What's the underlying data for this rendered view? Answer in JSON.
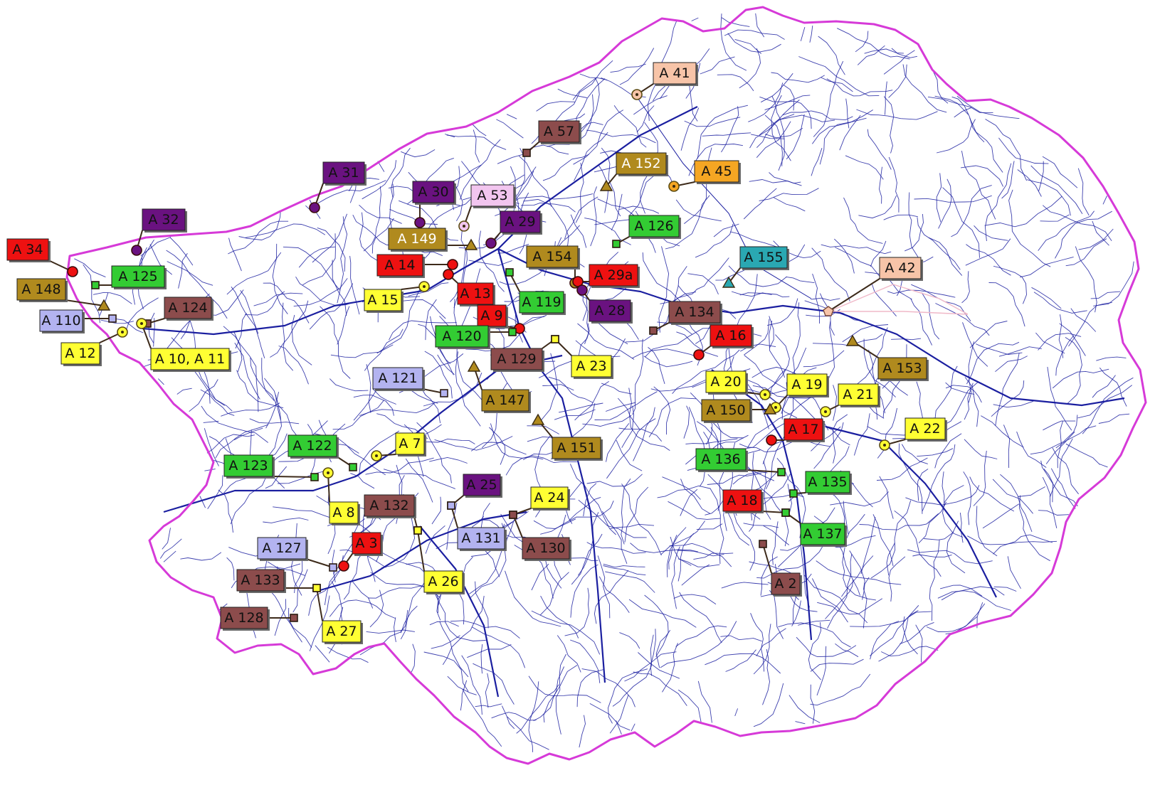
{
  "map": {
    "colors": {
      "boundary": "#d63ad8",
      "river": "#1b1fa0",
      "leader": "#3d2a1a",
      "red": "#ee1111",
      "purple": "#6a1280",
      "olive": "#b08a1e",
      "green": "#33cc33",
      "yellow": "#ffff33",
      "brown": "#8c4c4c",
      "lavender": "#b3b3f0",
      "peach": "#f7c4a8",
      "orange": "#f5a623",
      "pink": "#f2c5ef",
      "teal": "#2aa8b2"
    },
    "stations": [
      {
        "id": "a34",
        "label": "A 34",
        "color": "red",
        "text": "#111111",
        "marker": "circle"
      },
      {
        "id": "a32",
        "label": "A 32",
        "color": "purple",
        "text": "#111111",
        "marker": "circle"
      },
      {
        "id": "a31",
        "label": "A 31",
        "color": "purple",
        "text": "#111111",
        "marker": "circle"
      },
      {
        "id": "a30",
        "label": "A 30",
        "color": "purple",
        "text": "#111111",
        "marker": "circle"
      },
      {
        "id": "a53",
        "label": "A 53",
        "color": "pink",
        "text": "#111111",
        "marker": "target"
      },
      {
        "id": "a29",
        "label": "A 29",
        "color": "purple",
        "text": "#111111",
        "marker": "circle"
      },
      {
        "id": "a57",
        "label": "A 57",
        "color": "brown",
        "text": "#111111",
        "marker": "square"
      },
      {
        "id": "a41",
        "label": "A 41",
        "color": "peach",
        "text": "#111111",
        "marker": "target"
      },
      {
        "id": "a152",
        "label": "A 152",
        "color": "olive",
        "text": "#ffffff",
        "marker": "triangle"
      },
      {
        "id": "a45",
        "label": "A 45",
        "color": "orange",
        "text": "#111111",
        "marker": "target"
      },
      {
        "id": "a126",
        "label": "A 126",
        "color": "green",
        "text": "#111111",
        "marker": "square"
      },
      {
        "id": "a155",
        "label": "A 155",
        "color": "teal",
        "text": "#111111",
        "marker": "triangle"
      },
      {
        "id": "a42",
        "label": "A 42",
        "color": "peach",
        "text": "#111111",
        "marker": "pentagon"
      },
      {
        "id": "a149",
        "label": "A 149",
        "color": "olive",
        "text": "#ffffff",
        "marker": "triangle"
      },
      {
        "id": "a154",
        "label": "A 154",
        "color": "olive",
        "text": "#111111",
        "marker": "circle"
      },
      {
        "id": "a29a",
        "label": "A 29a",
        "color": "red",
        "text": "#111111",
        "marker": "circle"
      },
      {
        "id": "a14",
        "label": "A 14",
        "color": "red",
        "text": "#111111",
        "marker": "circle"
      },
      {
        "id": "a125",
        "label": "A 125",
        "color": "green",
        "text": "#111111",
        "marker": "square"
      },
      {
        "id": "a148",
        "label": "A 148",
        "color": "olive",
        "text": "#111111",
        "marker": "triangle"
      },
      {
        "id": "a15",
        "label": "A 15",
        "color": "yellow",
        "text": "#111111",
        "marker": "target"
      },
      {
        "id": "a13",
        "label": "A 13",
        "color": "red",
        "text": "#111111",
        "marker": "circle"
      },
      {
        "id": "a119",
        "label": "A 119",
        "color": "green",
        "text": "#111111",
        "marker": "square"
      },
      {
        "id": "a28",
        "label": "A 28",
        "color": "purple",
        "text": "#111111",
        "marker": "circle"
      },
      {
        "id": "a134",
        "label": "A 134",
        "color": "brown",
        "text": "#111111",
        "marker": "square"
      },
      {
        "id": "a124",
        "label": "A 124",
        "color": "brown",
        "text": "#111111",
        "marker": "square"
      },
      {
        "id": "a110",
        "label": "A 110",
        "color": "lavender",
        "text": "#111111",
        "marker": "square"
      },
      {
        "id": "a9",
        "label": "A 9",
        "color": "red",
        "text": "#111111",
        "marker": "circle"
      },
      {
        "id": "a16",
        "label": "A 16",
        "color": "red",
        "text": "#111111",
        "marker": "circle"
      },
      {
        "id": "a120",
        "label": "A 120",
        "color": "green",
        "text": "#111111",
        "marker": "square"
      },
      {
        "id": "a12",
        "label": "A 12",
        "color": "yellow",
        "text": "#111111",
        "marker": "target"
      },
      {
        "id": "a1011",
        "label": "A 10, A 11",
        "color": "yellow",
        "text": "#111111",
        "marker": "target"
      },
      {
        "id": "a129",
        "label": "A 129",
        "color": "brown",
        "text": "#111111",
        "marker": "square"
      },
      {
        "id": "a23",
        "label": "A 23",
        "color": "yellow",
        "text": "#111111",
        "marker": "square"
      },
      {
        "id": "a153",
        "label": "A 153",
        "color": "olive",
        "text": "#111111",
        "marker": "triangle"
      },
      {
        "id": "a121",
        "label": "A 121",
        "color": "lavender",
        "text": "#111111",
        "marker": "square"
      },
      {
        "id": "a20",
        "label": "A 20",
        "color": "yellow",
        "text": "#111111",
        "marker": "target"
      },
      {
        "id": "a19",
        "label": "A 19",
        "color": "yellow",
        "text": "#111111",
        "marker": "target"
      },
      {
        "id": "a147",
        "label": "A 147",
        "color": "olive",
        "text": "#111111",
        "marker": "triangle"
      },
      {
        "id": "a21",
        "label": "A 21",
        "color": "yellow",
        "text": "#111111",
        "marker": "target"
      },
      {
        "id": "a150",
        "label": "A 150",
        "color": "olive",
        "text": "#111111",
        "marker": "triangle"
      },
      {
        "id": "a17",
        "label": "A 17",
        "color": "red",
        "text": "#111111",
        "marker": "circle"
      },
      {
        "id": "a22",
        "label": "A 22",
        "color": "yellow",
        "text": "#111111",
        "marker": "target"
      },
      {
        "id": "a7",
        "label": "A 7",
        "color": "yellow",
        "text": "#111111",
        "marker": "target"
      },
      {
        "id": "a122",
        "label": "A 122",
        "color": "green",
        "text": "#111111",
        "marker": "square"
      },
      {
        "id": "a151",
        "label": "A 151",
        "color": "olive",
        "text": "#111111",
        "marker": "triangle"
      },
      {
        "id": "a123",
        "label": "A 123",
        "color": "green",
        "text": "#111111",
        "marker": "square"
      },
      {
        "id": "a136",
        "label": "A 136",
        "color": "green",
        "text": "#111111",
        "marker": "square"
      },
      {
        "id": "a135",
        "label": "A 135",
        "color": "green",
        "text": "#111111",
        "marker": "square"
      },
      {
        "id": "a8",
        "label": "A 8",
        "color": "yellow",
        "text": "#111111",
        "marker": "target"
      },
      {
        "id": "a25",
        "label": "A 25",
        "color": "purple",
        "text": "#111111",
        "marker": "square"
      },
      {
        "id": "a132",
        "label": "A 132",
        "color": "brown",
        "text": "#111111",
        "marker": "square"
      },
      {
        "id": "a24",
        "label": "A 24",
        "color": "yellow",
        "text": "#111111",
        "marker": "square"
      },
      {
        "id": "a18",
        "label": "A 18",
        "color": "red",
        "text": "#111111",
        "marker": "square"
      },
      {
        "id": "a137",
        "label": "A 137",
        "color": "green",
        "text": "#111111",
        "marker": "square"
      },
      {
        "id": "a131",
        "label": "A 131",
        "color": "lavender",
        "text": "#111111",
        "marker": "square"
      },
      {
        "id": "a130",
        "label": "A 130",
        "color": "brown",
        "text": "#111111",
        "marker": "square"
      },
      {
        "id": "a127",
        "label": "A 127",
        "color": "lavender",
        "text": "#111111",
        "marker": "square"
      },
      {
        "id": "a3",
        "label": "A 3",
        "color": "red",
        "text": "#111111",
        "marker": "circle"
      },
      {
        "id": "a133",
        "label": "A 133",
        "color": "brown",
        "text": "#111111",
        "marker": "square"
      },
      {
        "id": "a26",
        "label": "A 26",
        "color": "yellow",
        "text": "#111111",
        "marker": "square"
      },
      {
        "id": "a2",
        "label": "A 2",
        "color": "brown",
        "text": "#111111",
        "marker": "square"
      },
      {
        "id": "a128",
        "label": "A 128",
        "color": "brown",
        "text": "#111111",
        "marker": "square"
      },
      {
        "id": "a27",
        "label": "A 27",
        "color": "yellow",
        "text": "#111111",
        "marker": "square"
      }
    ]
  }
}
